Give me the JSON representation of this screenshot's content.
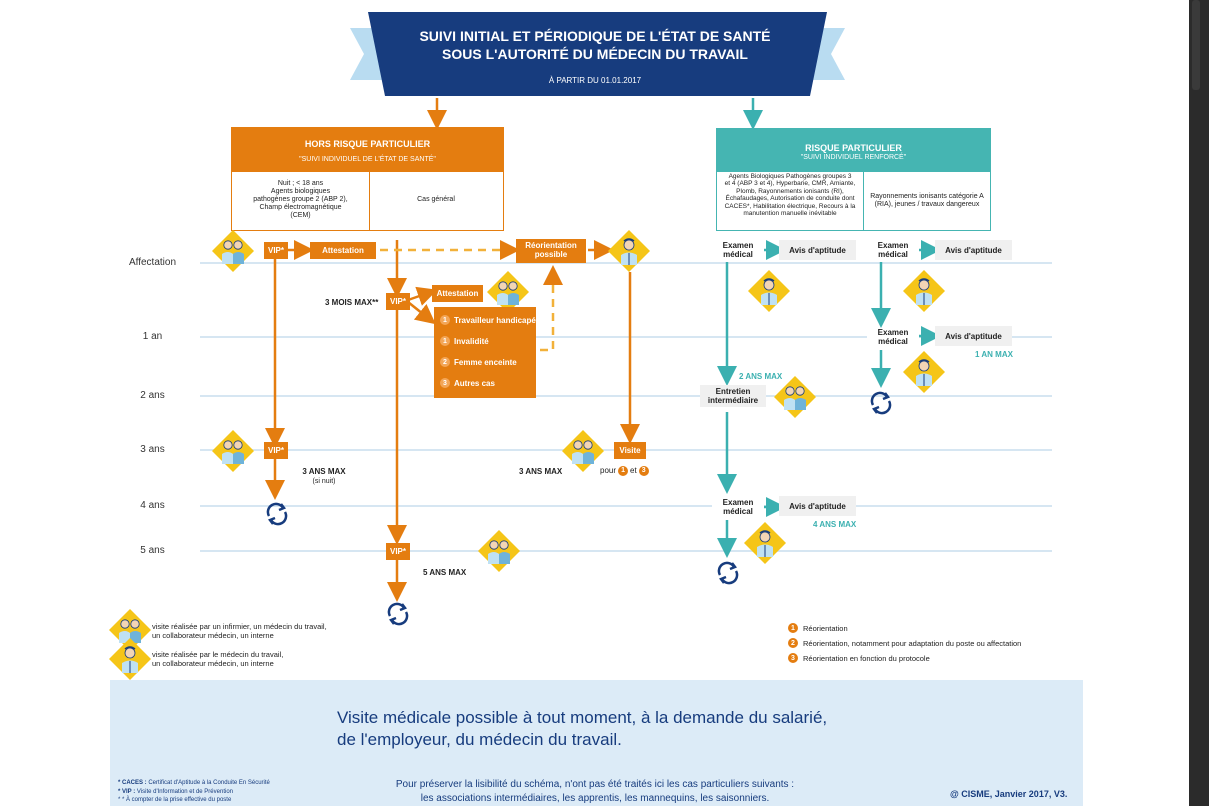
{
  "header": {
    "title_line1_a": "SUIVI ",
    "title_line1_b": "INITIAL ET PÉRIODIQUE",
    "title_line1_c": " DE L'ÉTAT DE SANTÉ",
    "title_line2": "SOUS L'AUTORITÉ DU MÉDECIN DU TRAVAIL",
    "subtitle": "À PARTIR DU 01.01.2017"
  },
  "hors_risque": {
    "title": "HORS RISQUE PARTICULIER",
    "subtitle": "\"SUIVI INDIVIDUEL DE L'ÉTAT DE SANTÉ\"",
    "col1": "Nuit ; < 18 ans\nAgents biologiques\npathogènes groupe 2 (ABP 2),\nChamp électromagnétique\n(CEM)",
    "col2": "Cas général"
  },
  "risque": {
    "title": "RISQUE PARTICULIER",
    "subtitle": "\"SUIVI INDIVIDUEL RENFORCÉ\"",
    "col1": "Agents Biologiques Pathogènes groupes 3\net 4 (ABP 3 et 4), Hyperbarie, CMR, Amiante,\nPlomb, Rayonnements ionisants (RI),\nÉchafaudages, Autorisation de conduite dont\nCACES*, Habilitation électrique, Recours à la\nmanutention manuelle inévitable",
    "col2": "Rayonnements ionisants catégorie A\n(RIA), jeunes / travaux dangereux"
  },
  "rows": [
    "Affectation",
    "1 an",
    "2 ans",
    "3 ans",
    "4 ans",
    "5 ans"
  ],
  "labels": {
    "vip": "VIP*",
    "attestation": "Attestation",
    "reorientation": "Réorientation\npossible",
    "three_mois": "3 MOIS MAX**",
    "three_ans_si_nuit": "3 ANS MAX",
    "si_nuit": "(si nuit)",
    "three_ans": "3 ANS MAX",
    "five_ans": "5 ANS MAX",
    "visite": "Visite",
    "pour": "pour",
    "et": "et",
    "examen": "Examen\nmédical",
    "avis": "Avis d'aptitude",
    "entretien": "Entretien\nintermédiaire",
    "two_ans_max": "2 ANS MAX",
    "one_an_max": "1 AN MAX",
    "four_ans_max": "4 ANS MAX"
  },
  "special_list": [
    "Travailleur handicapé",
    "Invalidité",
    "Femme enceinte",
    "Autres cas"
  ],
  "legend_icons": [
    "visite réalisée par un infirmier, un médecin du travail,\nun collaborateur médecin, un interne",
    "visite réalisée par le médecin du travail,\nun collaborateur médecin, un interne"
  ],
  "legend_numbers": [
    {
      "num": "1",
      "text": "Réorientation"
    },
    {
      "num": "2",
      "text": "Réorientation, notamment pour adaptation du poste ou affectation"
    },
    {
      "num": "3",
      "text": "Réorientation en fonction du protocole"
    }
  ],
  "bottom": {
    "main_line1": "Visite médicale possible à tout moment, à la demande du salarié,",
    "main_line2": "de l'employeur, du médecin du travail.",
    "foot1_key": "* CACES :",
    "foot1_val": " Certificat d'Aptitude à la Conduite En Sécurité",
    "foot2_key": "* VIP :",
    "foot2_val": " Visite d'Information et de Prévention",
    "foot3": "* * À compter de la prise effective du poste",
    "note_line1": "Pour préserver la lisibilité du schéma, n'ont pas été traités ici les cas particuliers suivants :",
    "note_line2": "les associations intermédiaires, les apprentis, les mannequins, les saisonniers.",
    "credit": "@ CISME, Janvier 2017, V3."
  },
  "colors": {
    "navy": "#173c7e",
    "orange": "#e47d10",
    "teal": "#3bb0b0",
    "light_blue": "#dcebf7",
    "yellow": "#f5c518"
  }
}
